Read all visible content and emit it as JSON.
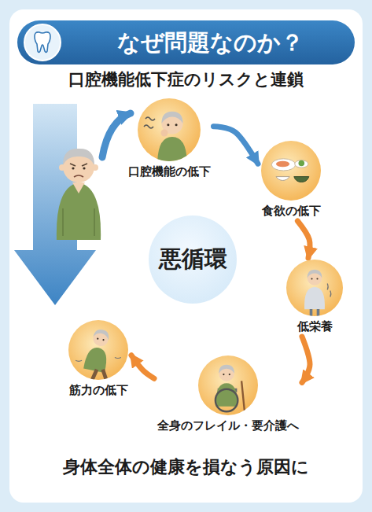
{
  "diagram": {
    "title": "なぜ問題なのか？",
    "caption": "身体全体の健康を損なう原因に",
    "nodes": [
      {
        "text": [
          "口腔機能の低下"
        ]
      },
      {
        "text": [
          "食欲の低下"
        ]
      },
      {
        "text": [
          "低栄養"
        ]
      },
      {
        "text": [
          "全身のフレイル・要介護へ"
        ]
      },
      {
        "text": [
          "筋力の低下"
        ]
      },
      {
        "text": [
          "悪循環"
        ]
      }
    ],
    "edges": [
      {
        "from": 0,
        "to": 1,
        "arrow": "to"
      },
      {
        "from": 1,
        "to": 2,
        "arrow": "to"
      },
      {
        "from": 2,
        "to": 3,
        "arrow": "to"
      },
      {
        "from": 3,
        "to": 4,
        "arrow": "to"
      }
    ],
    "labels": [
      "口腔機能低下症のリスクと連鎖"
    ]
  }
}
